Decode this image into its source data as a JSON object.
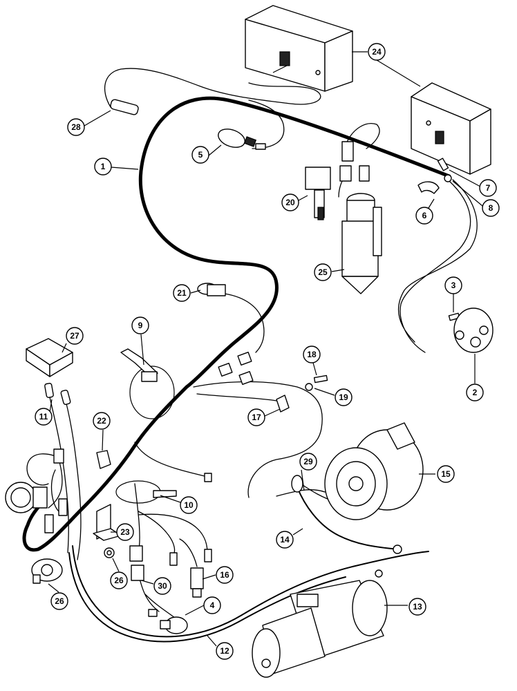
{
  "diagram": {
    "callouts": [
      {
        "id": "c1",
        "label": "1"
      },
      {
        "id": "c2",
        "label": "2"
      },
      {
        "id": "c3",
        "label": "3"
      },
      {
        "id": "c4",
        "label": "4"
      },
      {
        "id": "c5",
        "label": "5"
      },
      {
        "id": "c6",
        "label": "6"
      },
      {
        "id": "c7",
        "label": "7"
      },
      {
        "id": "c8",
        "label": "8"
      },
      {
        "id": "c9",
        "label": "9"
      },
      {
        "id": "c10",
        "label": "10"
      },
      {
        "id": "c11",
        "label": "11"
      },
      {
        "id": "c12",
        "label": "12"
      },
      {
        "id": "c13",
        "label": "13"
      },
      {
        "id": "c14",
        "label": "14"
      },
      {
        "id": "c15",
        "label": "15"
      },
      {
        "id": "c16",
        "label": "16"
      },
      {
        "id": "c17",
        "label": "17"
      },
      {
        "id": "c18",
        "label": "18"
      },
      {
        "id": "c19",
        "label": "19"
      },
      {
        "id": "c20",
        "label": "20"
      },
      {
        "id": "c21",
        "label": "21"
      },
      {
        "id": "c22",
        "label": "22"
      },
      {
        "id": "c23",
        "label": "23"
      },
      {
        "id": "c24",
        "label": "24"
      },
      {
        "id": "c25",
        "label": "25"
      },
      {
        "id": "c26a",
        "label": "26"
      },
      {
        "id": "c26b",
        "label": "26"
      },
      {
        "id": "c27",
        "label": "27"
      },
      {
        "id": "c28",
        "label": "28"
      },
      {
        "id": "c29",
        "label": "29"
      },
      {
        "id": "c30",
        "label": "30"
      }
    ]
  }
}
